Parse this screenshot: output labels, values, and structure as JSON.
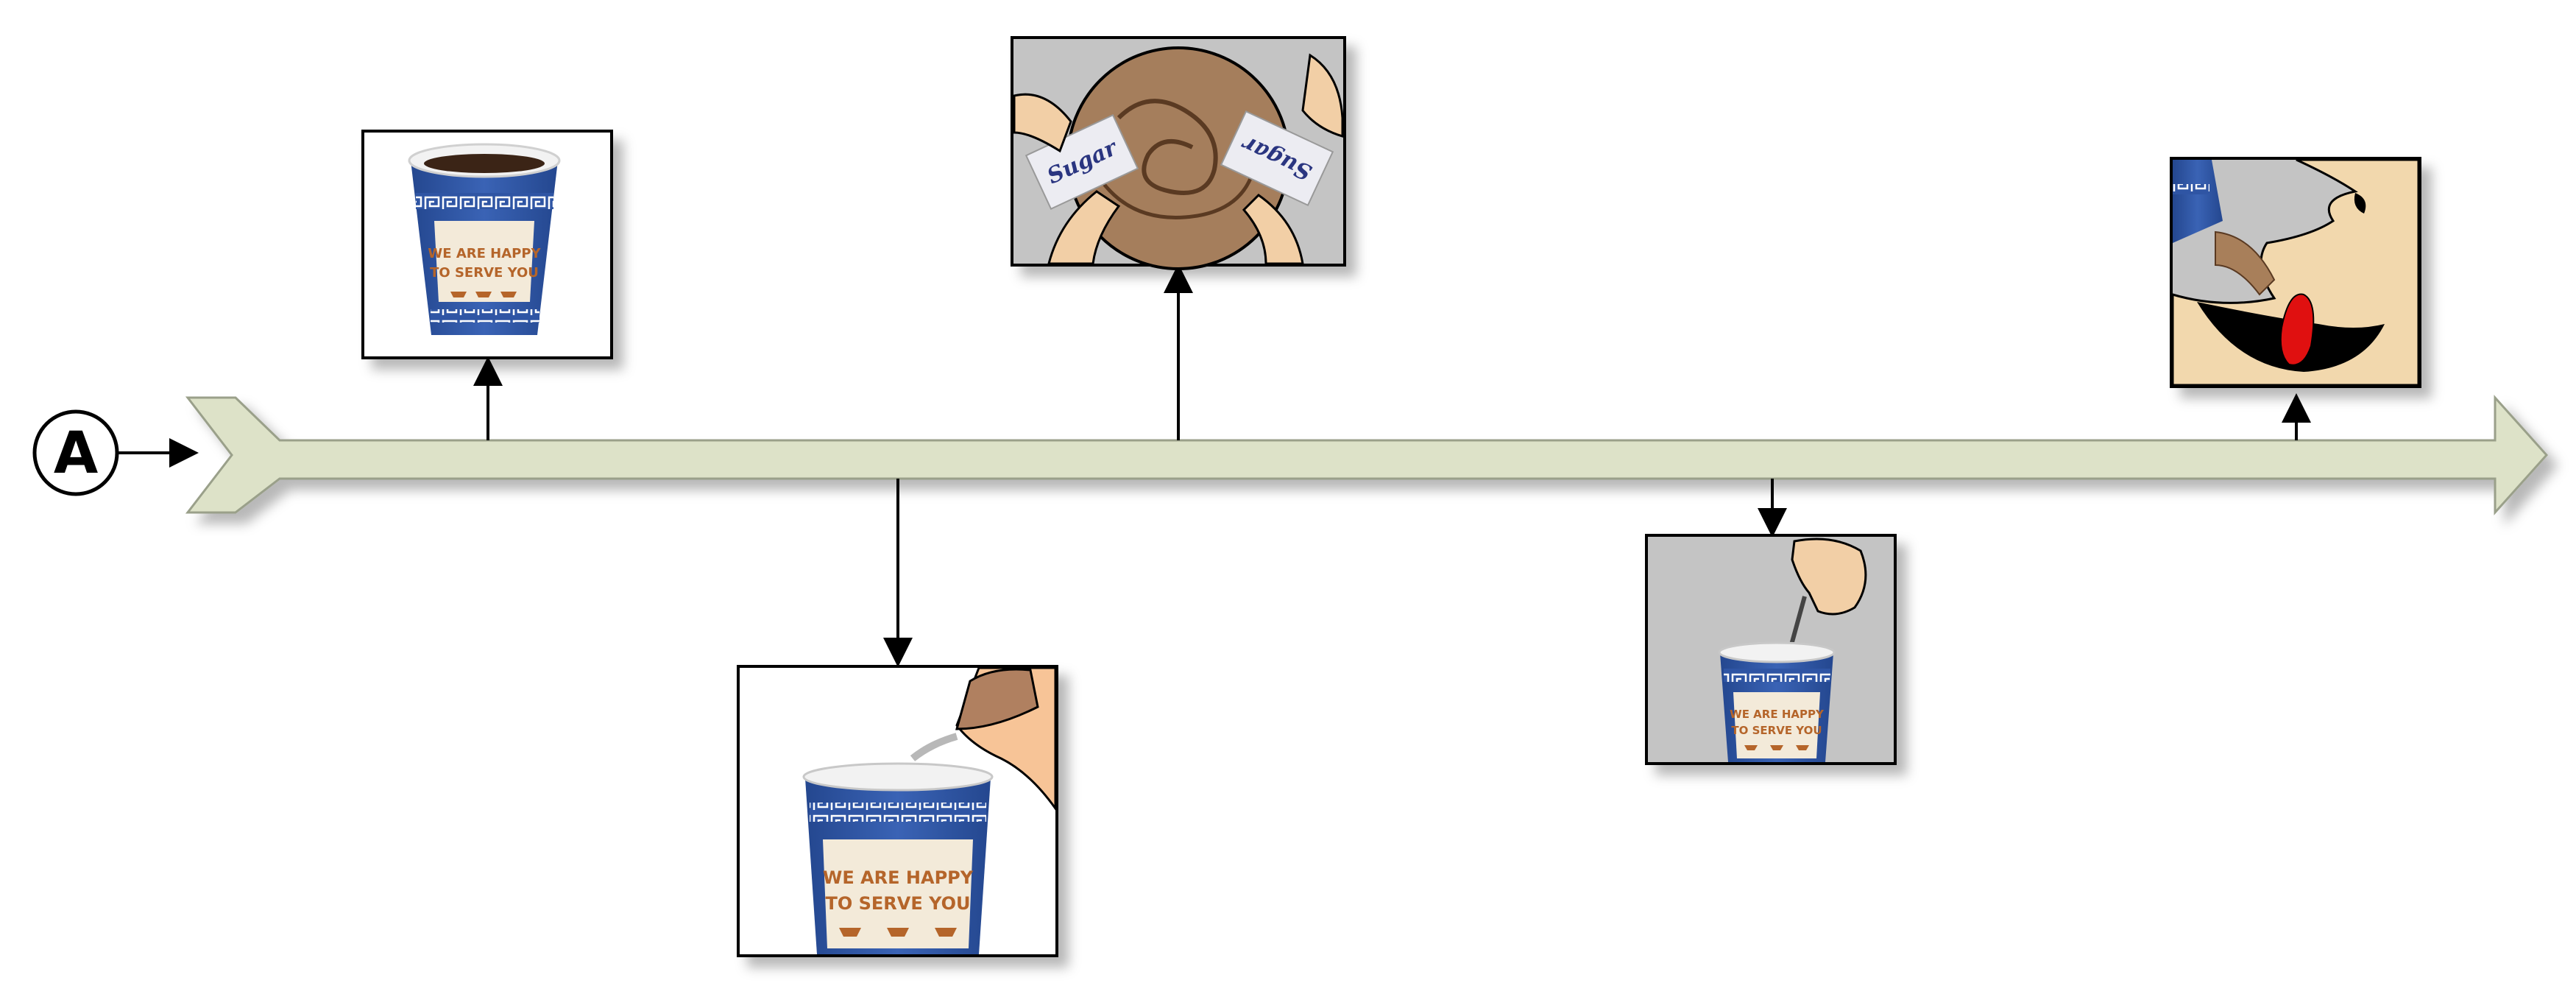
{
  "start_marker": {
    "letter": "A"
  },
  "colors": {
    "timeline_fill": "#dde2c8",
    "timeline_stroke": "#9aa08a",
    "cup_blue": "#2f55a4",
    "cup_text": "#b5652a",
    "panel_gray": "#b8b8b8",
    "skin": "#f2c79d",
    "coffee": "#a87f5a",
    "tongue": "#e01010"
  },
  "cup_slogan": {
    "line1": "WE ARE HAPPY",
    "line2": "TO SERVE YOU"
  },
  "sugar_packets": {
    "label": "Sugar"
  },
  "steps": [
    {
      "id": "cup-of-coffee",
      "icon": "coffee-cup-icon"
    },
    {
      "id": "pour-milk",
      "icon": "milk-pour-icon"
    },
    {
      "id": "add-sugar",
      "icon": "sugar-packets-icon"
    },
    {
      "id": "stir",
      "icon": "stirring-spoon-icon"
    },
    {
      "id": "drink",
      "icon": "drinking-mouth-icon"
    }
  ]
}
